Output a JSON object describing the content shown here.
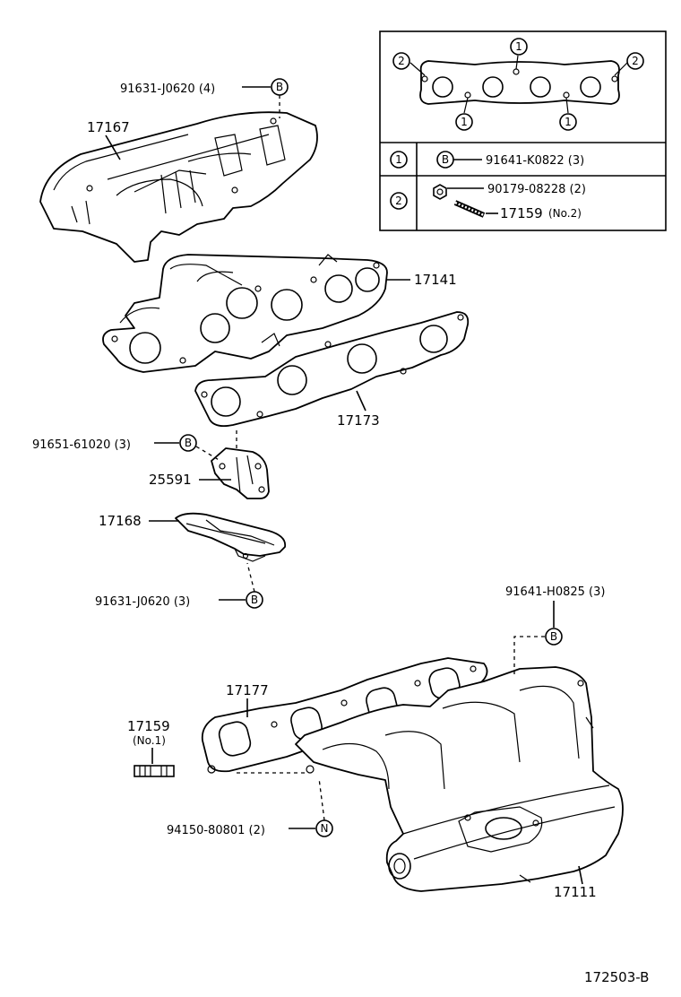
{
  "callouts": {
    "p_91631_top": "91631-J0620 (4)",
    "p_17167": "17167",
    "p_17141": "17141",
    "p_17173": "17173",
    "p_91651": "91651-61020 (3)",
    "p_25591": "25591",
    "p_17168": "17168",
    "p_91631_bot": "91631-J0620 (3)",
    "p_91641_h": "91641-H0825 (3)",
    "p_17177": "17177",
    "p_17159_no1": "17159",
    "p_17159_no1_sub": "(No.1)",
    "p_94150": "94150-80801 (2)",
    "p_17111": "17111",
    "diagram_code": "172503-B"
  },
  "symbols": {
    "bolt_letter": "B",
    "nut_letter": "N",
    "one": "1",
    "two": "2"
  },
  "legend": {
    "row1_part": "91641-K0822 (3)",
    "row2_part_a": "90179-08228 (2)",
    "row2_part_b": "17159",
    "row2_part_b_sub": "(No.2)"
  }
}
